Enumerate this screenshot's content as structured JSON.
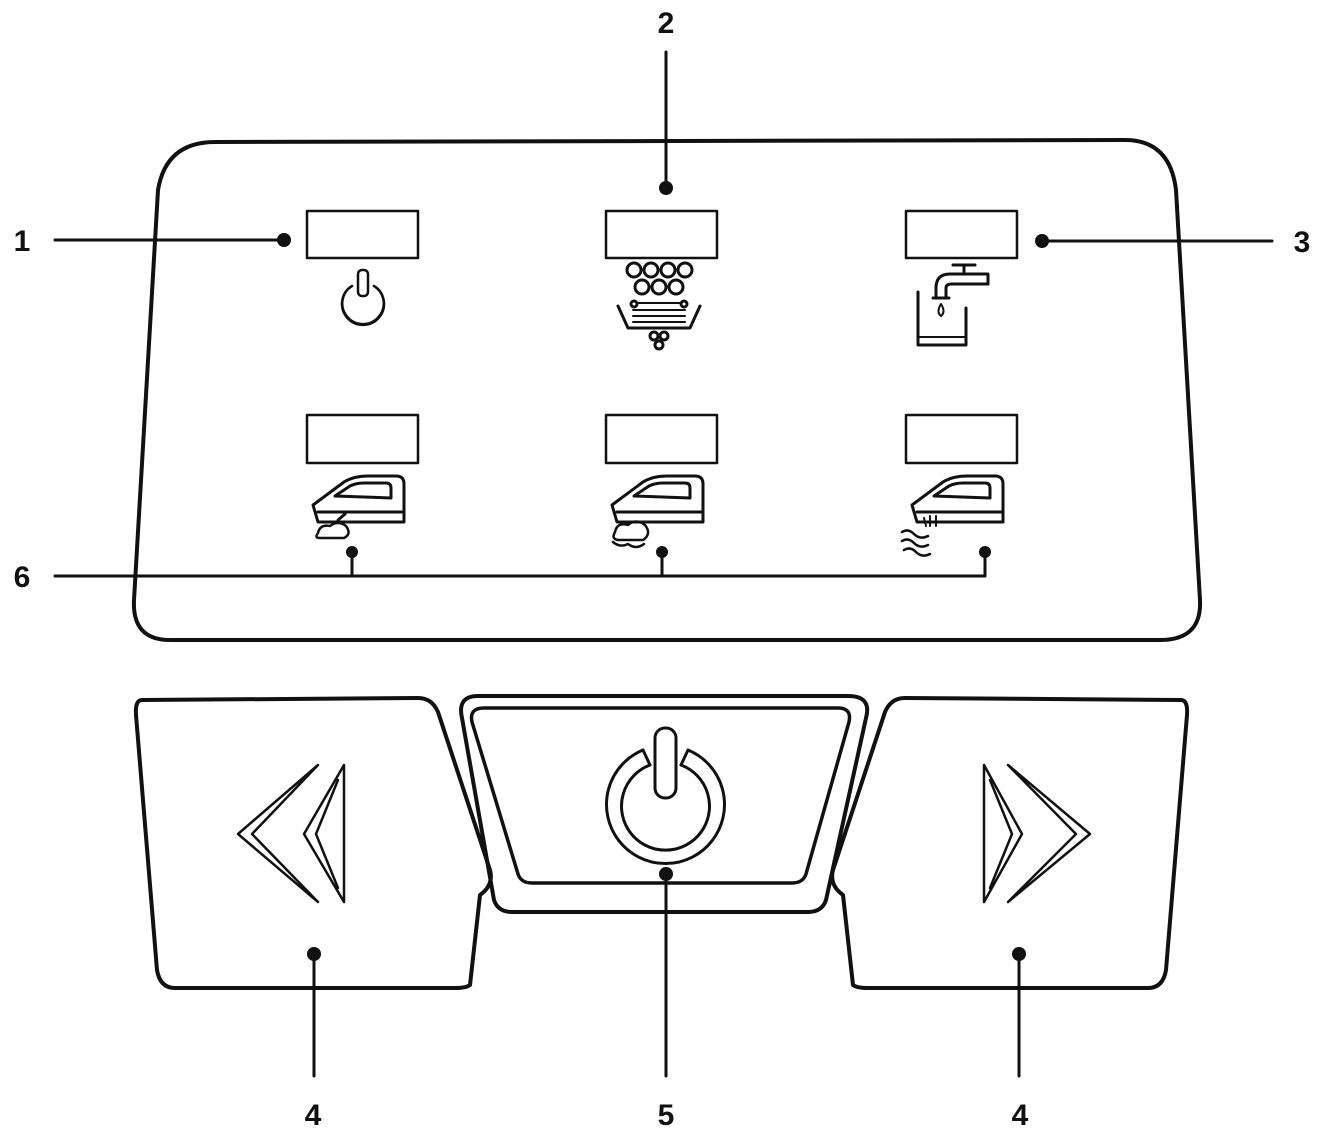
{
  "callouts": {
    "c1": "1",
    "c2": "2",
    "c3": "3",
    "c4_left": "4",
    "c4_right": "4",
    "c5": "5",
    "c6": "6"
  },
  "indicators": [
    {
      "id": "power",
      "icon": "power-icon"
    },
    {
      "id": "descale",
      "icon": "descale-icon"
    },
    {
      "id": "water",
      "icon": "water-tap-icon"
    },
    {
      "id": "steam-low",
      "icon": "iron-steam-low-icon"
    },
    {
      "id": "steam-medium",
      "icon": "iron-steam-medium-icon"
    },
    {
      "id": "steam-high",
      "icon": "iron-steam-high-icon"
    }
  ],
  "buttons": [
    {
      "id": "previous",
      "icon": "double-chevron-left-icon"
    },
    {
      "id": "power",
      "icon": "power-icon"
    },
    {
      "id": "next",
      "icon": "double-chevron-right-icon"
    }
  ],
  "colors": {
    "line": "#111111",
    "background": "#ffffff"
  }
}
